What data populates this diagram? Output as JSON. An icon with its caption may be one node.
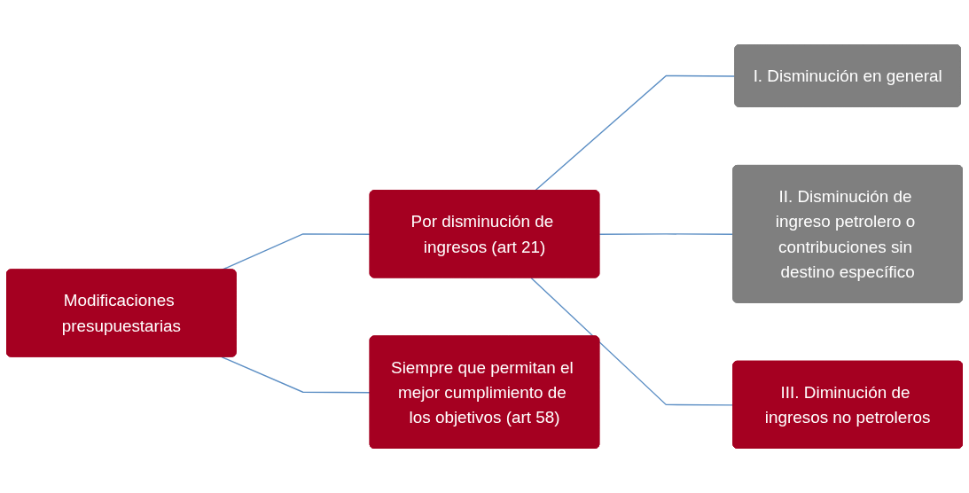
{
  "diagram": {
    "nodes": [
      {
        "text": [
          "Modificaciones presupuestarias"
        ]
      },
      {
        "text": [
          "Por disminución de ingresos (art 21)"
        ]
      },
      {
        "text": [
          "Siempre que permitan el mejor cumplimiento de los objetivos (art 58)"
        ]
      },
      {
        "text": [
          "I. Disminución en general"
        ]
      },
      {
        "text": [
          "II. Disminución de ingreso petrolero o contribuciones sin destino específico"
        ]
      },
      {
        "text": [
          "III. Diminución de ingresos no petroleros"
        ]
      }
    ],
    "edges": [
      {
        "from": 0,
        "to": 1,
        "arrow": "none"
      },
      {
        "from": 0,
        "to": 2,
        "arrow": "none"
      },
      {
        "from": 1,
        "to": 3,
        "arrow": "none"
      },
      {
        "from": 1,
        "to": 4,
        "arrow": "none"
      },
      {
        "from": 1,
        "to": 5,
        "arrow": "none"
      }
    ]
  }
}
